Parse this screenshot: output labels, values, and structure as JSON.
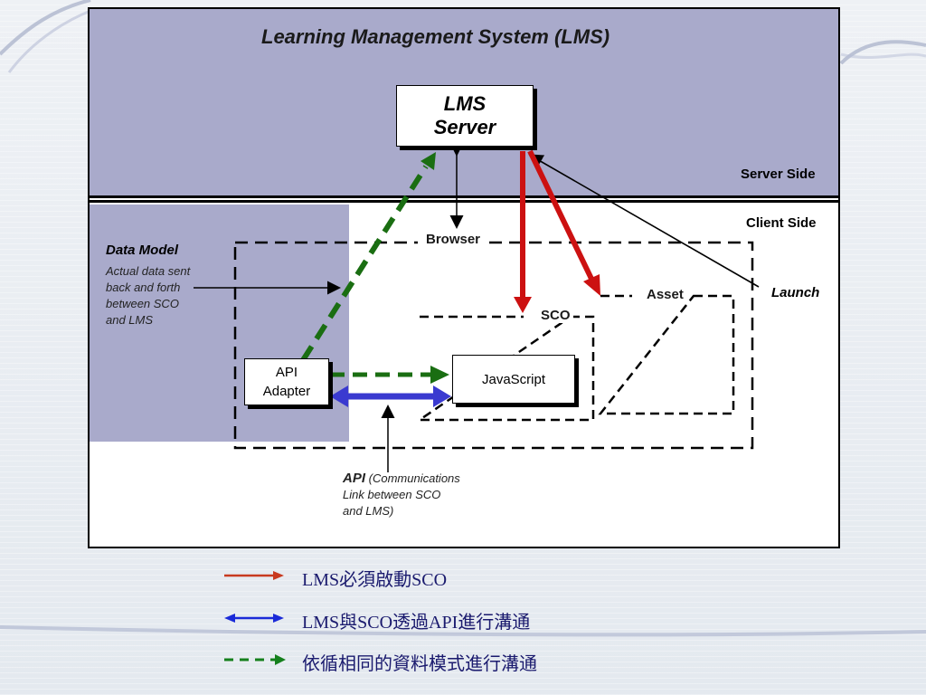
{
  "diagram": {
    "title": "Learning Management System (LMS)",
    "lms_server": [
      "LMS",
      "Server"
    ],
    "server_side": "Server Side",
    "client_side": "Client Side",
    "browser": "Browser",
    "sco": "SCO",
    "asset": "Asset",
    "launch": "Launch",
    "data_model_title": "Data Model",
    "data_model_desc": [
      "Actual data sent",
      "back and forth",
      "between SCO",
      "and LMS"
    ],
    "api_adapter": [
      "API",
      "Adapter"
    ],
    "javascript": "JavaScript",
    "api_label": "API",
    "api_desc_first": "(Communications",
    "api_desc_rest": [
      "Link between SCO",
      "and LMS)"
    ]
  },
  "legend": [
    {
      "text": "LMS必須啟動SCO",
      "color": "#c8391f",
      "style": "solid-red-arrow"
    },
    {
      "text": "LMS與SCO透過API進行溝通",
      "color": "#1a2ad8",
      "style": "double-blue-arrow"
    },
    {
      "text": "依循相同的資料模式進行溝通",
      "color": "#15801c",
      "style": "dashed-green-arrow"
    }
  ],
  "colors": {
    "server_zone": "#a9aacb",
    "red_arrow": "#cc1111",
    "green_arrow": "#1a6e12",
    "blue_arrow": "#3a3ad0"
  }
}
